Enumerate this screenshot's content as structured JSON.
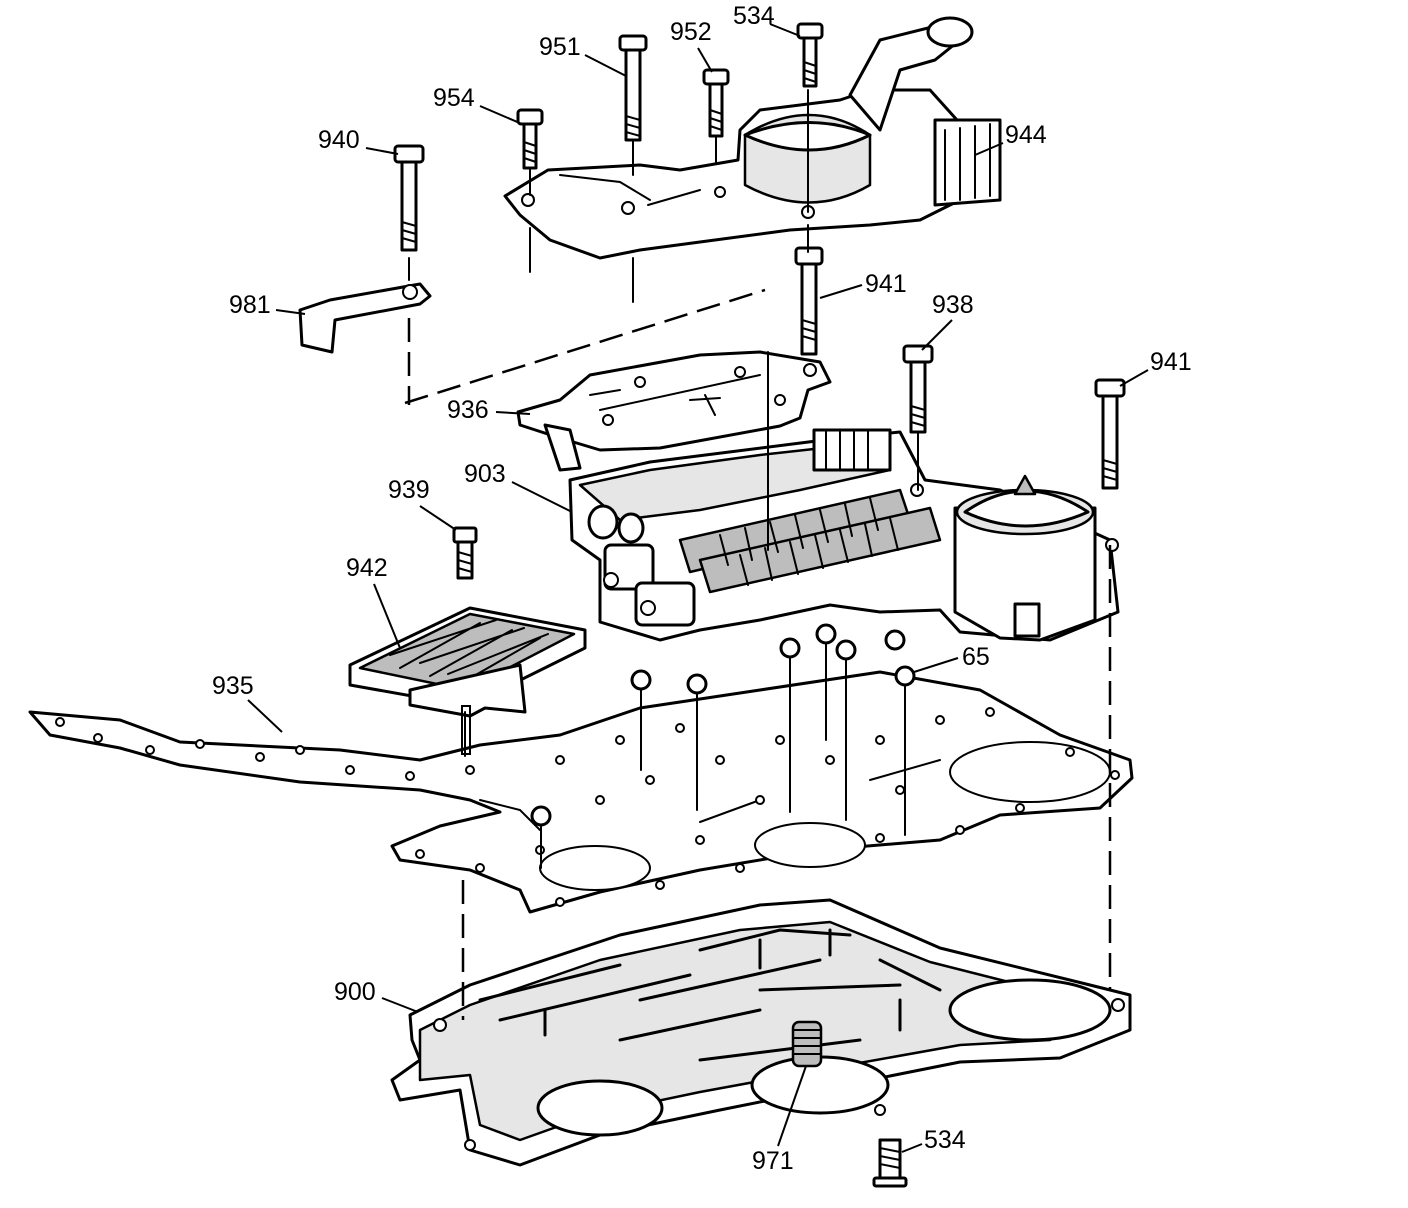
{
  "callouts": [
    {
      "id": "534-top",
      "text": "534"
    },
    {
      "id": "951",
      "text": "951"
    },
    {
      "id": "952",
      "text": "952"
    },
    {
      "id": "954",
      "text": "954"
    },
    {
      "id": "940",
      "text": "940"
    },
    {
      "id": "944",
      "text": "944"
    },
    {
      "id": "981",
      "text": "981"
    },
    {
      "id": "941-a",
      "text": "941"
    },
    {
      "id": "938",
      "text": "938"
    },
    {
      "id": "941-b",
      "text": "941"
    },
    {
      "id": "936",
      "text": "936"
    },
    {
      "id": "903",
      "text": "903"
    },
    {
      "id": "939",
      "text": "939"
    },
    {
      "id": "942",
      "text": "942"
    },
    {
      "id": "65",
      "text": "65"
    },
    {
      "id": "935",
      "text": "935"
    },
    {
      "id": "900",
      "text": "900"
    },
    {
      "id": "534-bottom",
      "text": "534"
    },
    {
      "id": "971",
      "text": "971"
    }
  ]
}
